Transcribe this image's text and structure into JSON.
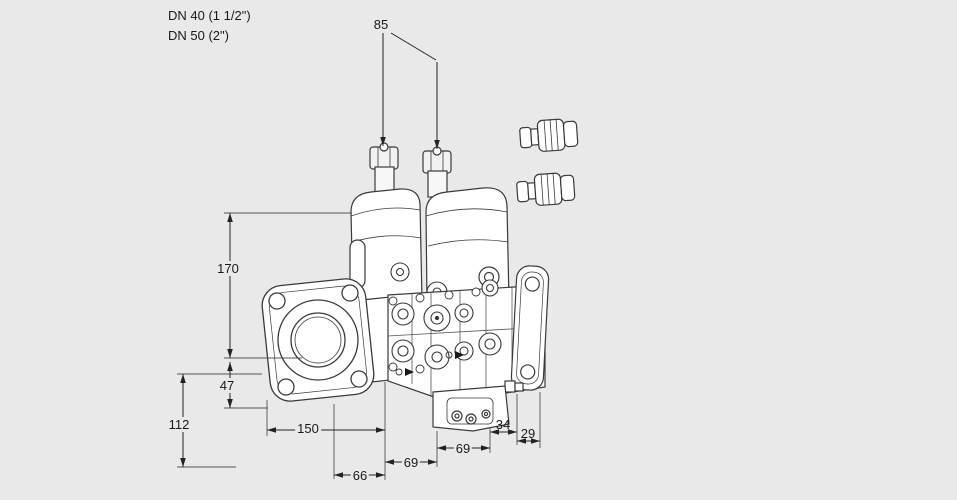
{
  "page": {
    "background": "#e9e9e9"
  },
  "drawing": {
    "product_labels": {
      "line1": "DN 40 (1 1/2\")",
      "line2": "DN 50 (2\")"
    },
    "dimensions": {
      "d85": "85",
      "d170": "170",
      "d47": "47",
      "d112": "112",
      "d150": "150",
      "d66": "66",
      "d69a": "69",
      "d69b": "69",
      "d34": "34",
      "d29": "29"
    },
    "colors": {
      "line": "#3a3a3a",
      "dimension_line": "#222222",
      "fill": "#ffffff"
    }
  }
}
